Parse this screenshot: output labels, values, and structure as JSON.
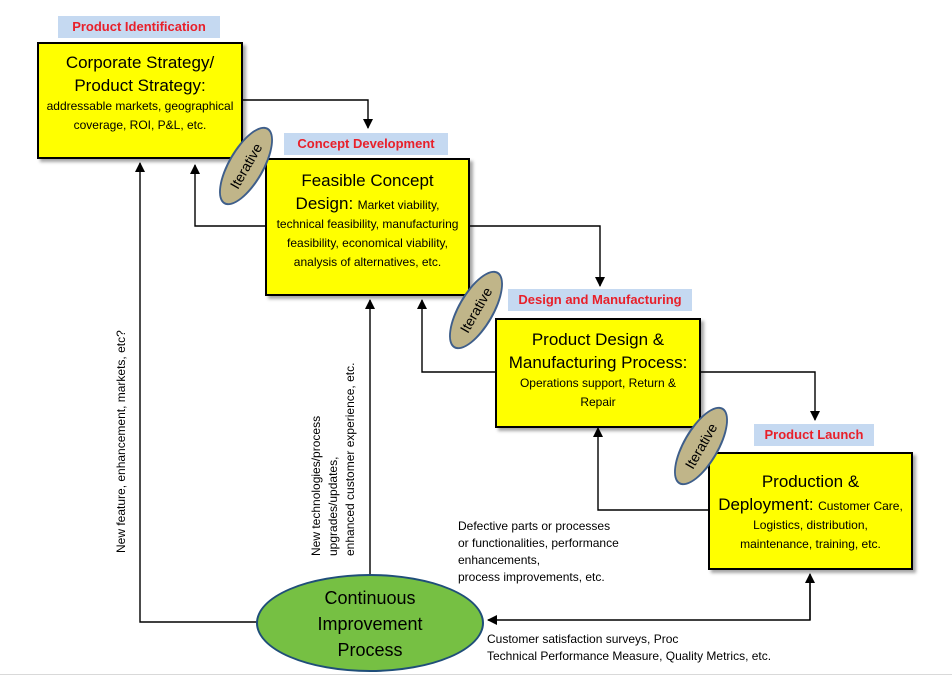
{
  "tags": {
    "product_identification": "Product Identification",
    "concept_development": "Concept Development",
    "design_manufacturing": "Design and Manufacturing",
    "product_launch": "Product Launch"
  },
  "boxes": {
    "corporate": {
      "title": "Corporate Strategy/ Product Strategy:",
      "detail": "addressable markets, geographical coverage, ROI, P&L, etc."
    },
    "concept": {
      "title": "Feasible Concept Design:",
      "detail": "Market viability, technical feasibility, manufacturing feasibility, economical viability, analysis of alternatives, etc."
    },
    "design": {
      "title": "Product Design & Manufacturing Process:",
      "detail": "Operations support, Return & Repair"
    },
    "production": {
      "title": "Production & Deployment:",
      "detail": "Customer Care, Logistics, distribution, maintenance, training, etc."
    }
  },
  "iterative_label": "Iterative",
  "ellipse": {
    "label": "Continuous Improvement Process"
  },
  "notes": {
    "left_vertical": "New feature, enhancement, markets, etc?",
    "mid_vertical": [
      "New technologies/process",
      "upgrades/updates,",
      "enhanced customer experience, etc."
    ],
    "defective": [
      "Defective parts or processes",
      "or functionalities, performance",
      "enhancements,",
      "process improvements, etc."
    ],
    "bottom": [
      "Customer satisfaction surveys, Proc",
      "Technical Performance Measure,  Quality Metrics, etc."
    ]
  }
}
